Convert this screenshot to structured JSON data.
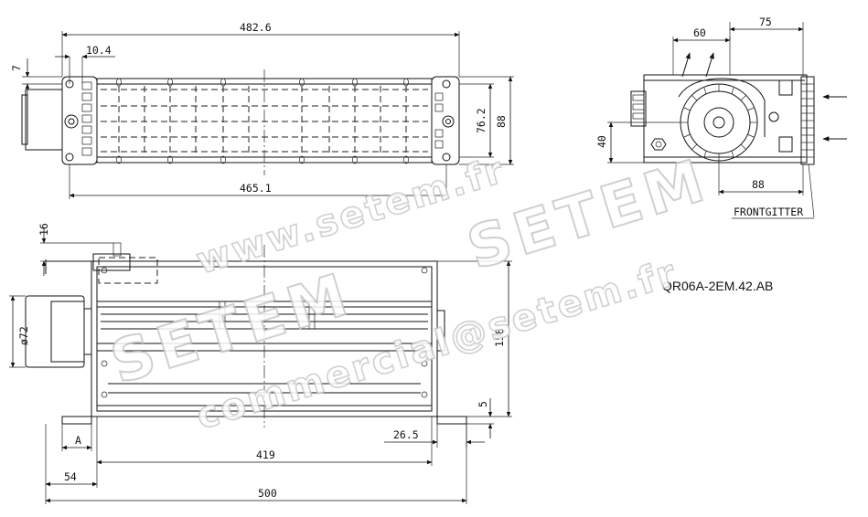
{
  "model_code": "QR06A-2EM.42.AB",
  "front_grille_label": "FRONTGITTER",
  "top_view": {
    "overall_length": "482.6",
    "mount_pitch": "465.1",
    "offset_small": "10.4",
    "offset_edge": "7",
    "inner_height": "76.2",
    "outer_height": "88"
  },
  "end_view": {
    "width_60": "60",
    "width_75": "75",
    "height_40": "40",
    "depth_88": "88"
  },
  "front_view": {
    "top_offset": "16",
    "motor_diameter": "ø72",
    "total_height": "158",
    "foot_thickness": "5",
    "foot_offset": "26.5",
    "label_a": "A",
    "rotor_length": "419",
    "motor_offset": "54",
    "total_length": "500"
  },
  "watermark": {
    "url_line": "www.setem.fr",
    "brand_1": "SETEM",
    "brand_2": "SETEM",
    "email_line": "commercial@setem.fr"
  }
}
